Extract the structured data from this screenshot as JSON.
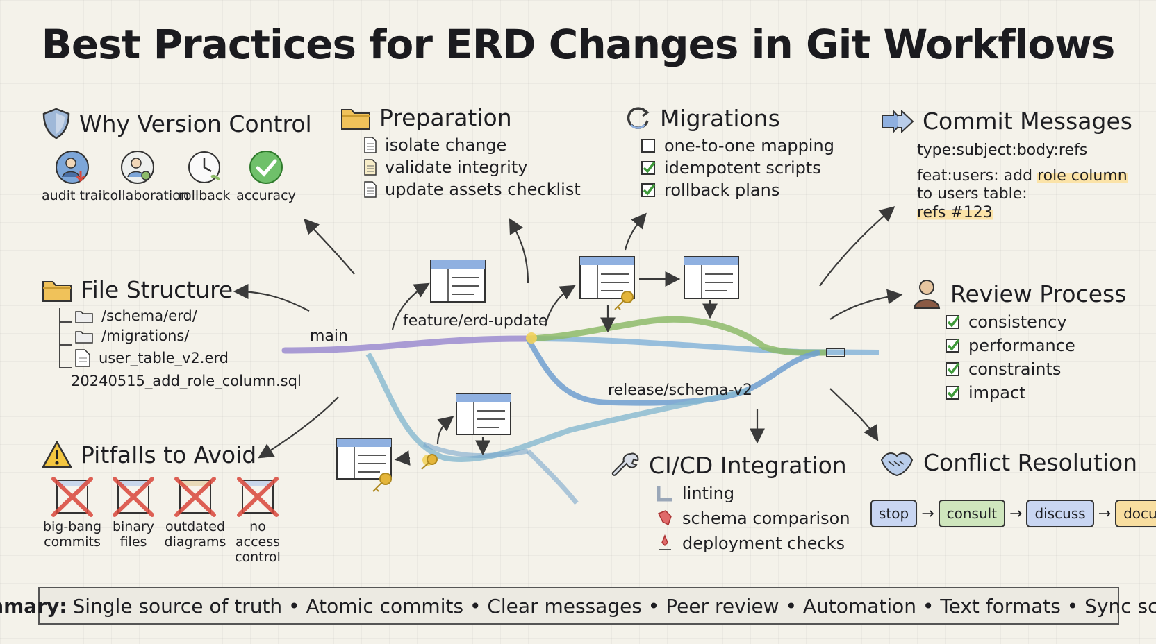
{
  "title": "Best Practices for ERD Changes in Git Workflows",
  "why_version_control": {
    "title": "Why Version Control",
    "icons": [
      {
        "label": "audit trail",
        "icon": "user-audit-icon"
      },
      {
        "label": "collaboration",
        "icon": "user-collaboration-icon"
      },
      {
        "label": "rollback",
        "icon": "clock-rollback-icon"
      },
      {
        "label": "accuracy",
        "icon": "check-accuracy-icon"
      }
    ]
  },
  "preparation": {
    "title": "Preparation",
    "items": [
      "isolate change",
      "validate integrity",
      "update assets checklist"
    ]
  },
  "migrations": {
    "title": "Migrations",
    "items": [
      {
        "label": "one-to-one mapping",
        "checked": false
      },
      {
        "label": "idempotent scripts",
        "checked": true
      },
      {
        "label": "rollback plans",
        "checked": true
      }
    ]
  },
  "commit_messages": {
    "title": "Commit Messages",
    "format": "type:subject:body:refs",
    "example_line1_prefix": "feat:users: add ",
    "example_line1_highlight": "role column",
    "example_line2": "to users table:",
    "example_line3": "refs #123"
  },
  "file_structure": {
    "title": "File Structure",
    "items": [
      "/schema/erd/",
      "/migrations/",
      "user_table_v2.erd",
      "20240515_add_role_column.sql"
    ]
  },
  "review_process": {
    "title": "Review Process",
    "items": [
      "consistency",
      "performance",
      "constraints",
      "impact"
    ]
  },
  "pitfalls": {
    "title": "Pitfalls to Avoid",
    "items": [
      "big-bang\ncommits",
      "binary\nfiles",
      "outdated\ndiagrams",
      "no access\ncontrol"
    ]
  },
  "cicd": {
    "title": "CI/CD Integration",
    "items": [
      "linting",
      "schema comparison",
      "deployment checks"
    ]
  },
  "conflict_resolution": {
    "title": "Conflict Resolution",
    "steps": [
      {
        "label": "stop",
        "color": "#c9d6f2"
      },
      {
        "label": "consult",
        "color": "#cfe6bd"
      },
      {
        "label": "discuss",
        "color": "#c9d6f2"
      },
      {
        "label": "document",
        "color": "#f8dea0"
      }
    ]
  },
  "branches": {
    "main": "main",
    "feature": "feature/erd-update",
    "release": "release/schema-v2"
  },
  "summary": {
    "label": "Summary:",
    "text": "Single source of truth • Atomic commits • Clear messages • Peer review • Automation • Text formats • Sync scripts"
  },
  "colors": {
    "main_branch": "#8a7cc4",
    "feature_branch": "#8dbb6a",
    "release_branch": "#6f9fd0",
    "check": "#3f9a3a",
    "cross": "#d9463a",
    "key": "#e4b53a"
  }
}
